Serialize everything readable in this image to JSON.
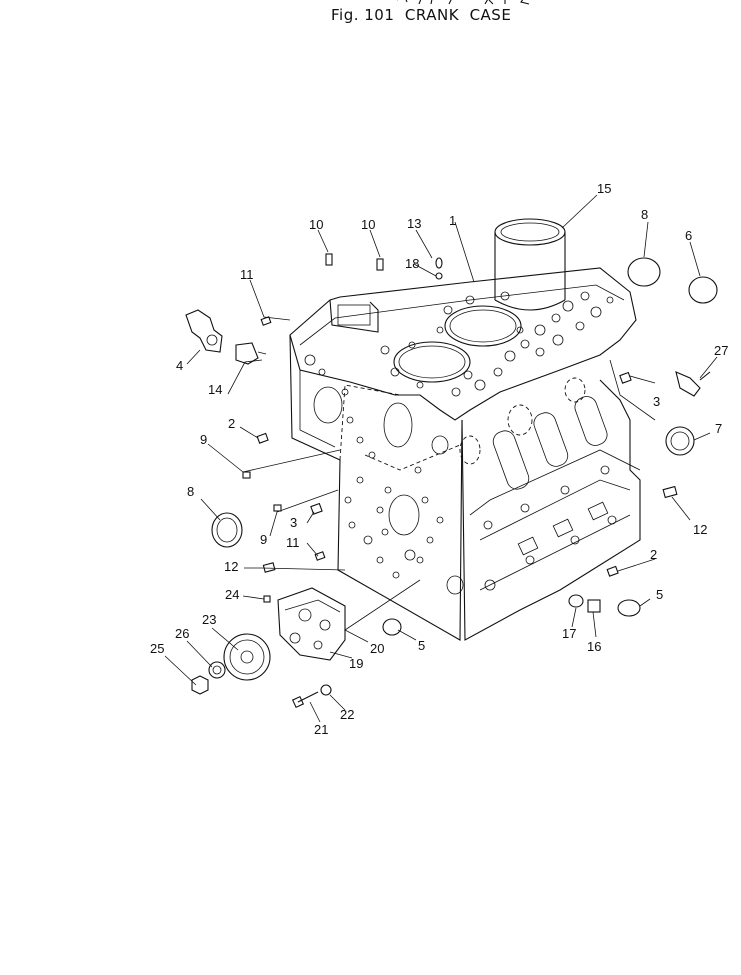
{
  "figure": {
    "title": "Fig. 101  CRANK  CASE",
    "japanese_title_image": "katakana-title-glyphs"
  },
  "callouts": [
    {
      "id": "c1",
      "label": "1"
    },
    {
      "id": "c2a",
      "label": "2"
    },
    {
      "id": "c2b",
      "label": "2"
    },
    {
      "id": "c3a",
      "label": "3"
    },
    {
      "id": "c3b",
      "label": "3"
    },
    {
      "id": "c4",
      "label": "4"
    },
    {
      "id": "c5a",
      "label": "5"
    },
    {
      "id": "c5b",
      "label": "5"
    },
    {
      "id": "c6",
      "label": "6"
    },
    {
      "id": "c7",
      "label": "7"
    },
    {
      "id": "c8a",
      "label": "8"
    },
    {
      "id": "c8b",
      "label": "8"
    },
    {
      "id": "c9a",
      "label": "9"
    },
    {
      "id": "c9b",
      "label": "9"
    },
    {
      "id": "c10a",
      "label": "10"
    },
    {
      "id": "c10b",
      "label": "10"
    },
    {
      "id": "c11a",
      "label": "11"
    },
    {
      "id": "c11b",
      "label": "11"
    },
    {
      "id": "c12a",
      "label": "12"
    },
    {
      "id": "c12b",
      "label": "12"
    },
    {
      "id": "c13",
      "label": "13"
    },
    {
      "id": "c14",
      "label": "14"
    },
    {
      "id": "c15",
      "label": "15"
    },
    {
      "id": "c16",
      "label": "16"
    },
    {
      "id": "c17",
      "label": "17"
    },
    {
      "id": "c18",
      "label": "18"
    },
    {
      "id": "c19",
      "label": "19"
    },
    {
      "id": "c20",
      "label": "20"
    },
    {
      "id": "c21",
      "label": "21"
    },
    {
      "id": "c22",
      "label": "22"
    },
    {
      "id": "c23",
      "label": "23"
    },
    {
      "id": "c24",
      "label": "24"
    },
    {
      "id": "c25",
      "label": "25"
    },
    {
      "id": "c26",
      "label": "26"
    },
    {
      "id": "c27",
      "label": "27"
    }
  ]
}
